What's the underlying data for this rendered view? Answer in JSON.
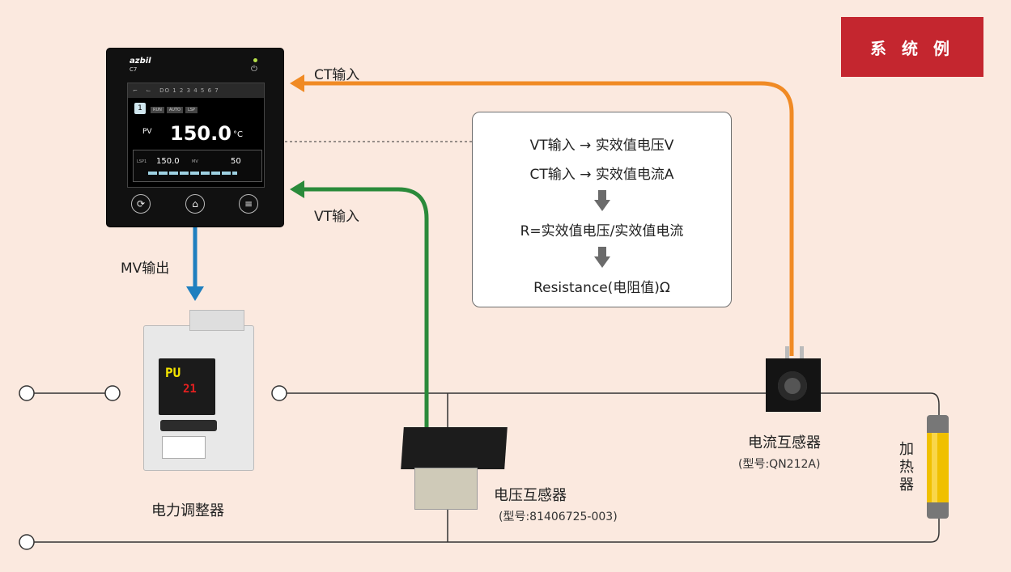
{
  "badge": {
    "label": "系 统 例"
  },
  "arrows": {
    "ct_input": "CT输入",
    "vt_input": "VT输入",
    "mv_output": "MV输出"
  },
  "calc": {
    "line1": "VT输入 → 实效值电压V",
    "line2": "CT输入 → 实效值电流A",
    "line3": "R=实效值电压/实效值电流",
    "line4": "Resistance(电阻值)Ω"
  },
  "controller": {
    "brand": "azbil",
    "model": "C7",
    "tab_labels": "DO 1 2 3 4 5 6 7",
    "channel": "1",
    "mode_tags": [
      "RUN",
      "AUTO",
      "LSP"
    ],
    "pv_label": "PV",
    "pv_value": "150.0",
    "pv_unit": "°C",
    "lsp_label": "LSP1",
    "lsp_value": "150.0",
    "mv_label": "MV",
    "mv_value": "50"
  },
  "regulator": {
    "label": "电力调整器",
    "display_top": "PU",
    "display_bottom": "21"
  },
  "vt": {
    "label": "电压互感器",
    "model": "(型号:81406725-003)"
  },
  "ct": {
    "label": "电流互感器",
    "model": "(型号:QN212A)"
  },
  "heater": {
    "label": "加热器"
  },
  "colors": {
    "ct_line": "#f08a24",
    "vt_line": "#2a8a3a",
    "mv_line": "#1f7fbf",
    "badge": "#c4262f"
  }
}
